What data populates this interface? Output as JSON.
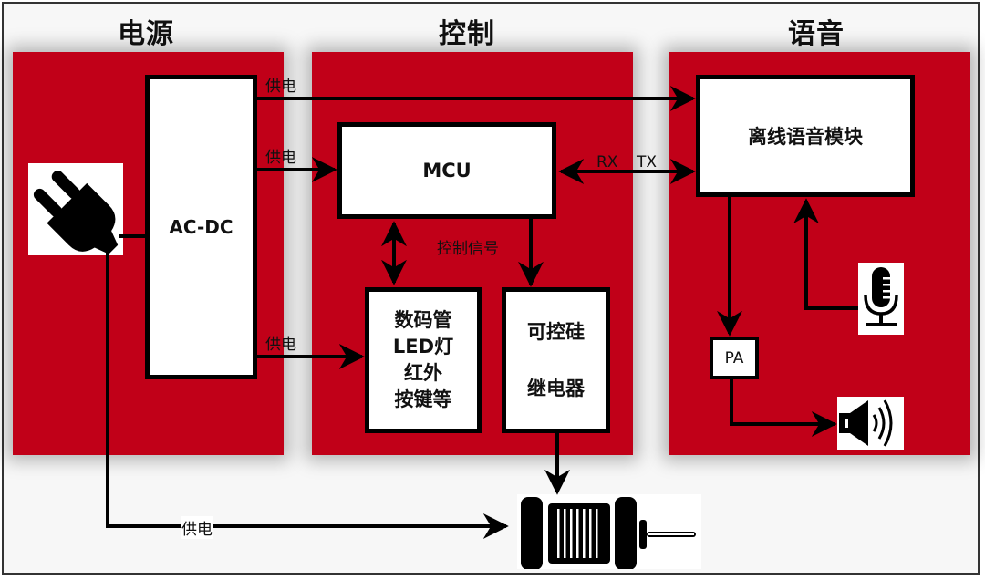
{
  "sections": {
    "power": "电源",
    "control": "控制",
    "voice": "语音"
  },
  "blocks": {
    "acdc": "AC-DC",
    "mcu": "MCU",
    "display_io": [
      "数码管",
      "LED灯",
      "红外",
      "按键等"
    ],
    "actuator": [
      "可控硅",
      "继电器"
    ],
    "voice_module": "离线语音模块",
    "pa": "PA"
  },
  "labels": {
    "supply_top": "供电",
    "supply_mcu": "供电",
    "supply_io": "供电",
    "supply_motor": "供电",
    "control_signal": "控制信号",
    "rx": "RX",
    "tx": "TX"
  },
  "icons": {
    "plug": "power-plug-icon",
    "microphone": "microphone-icon",
    "speaker": "speaker-icon",
    "motor": "motor-icon"
  },
  "colors": {
    "panel": "#c10018",
    "line": "#000000",
    "box": "#ffffff"
  }
}
